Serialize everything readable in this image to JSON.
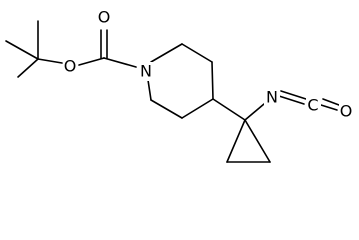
{
  "molecule": {
    "atoms": {
      "carbonyl_oxygen": "O",
      "ester_oxygen": "O",
      "piperidine_nitrogen": "N",
      "isocyanate_nitrogen": "N",
      "isocyanate_carbon": "C",
      "isocyanate_oxygen": "O"
    }
  }
}
